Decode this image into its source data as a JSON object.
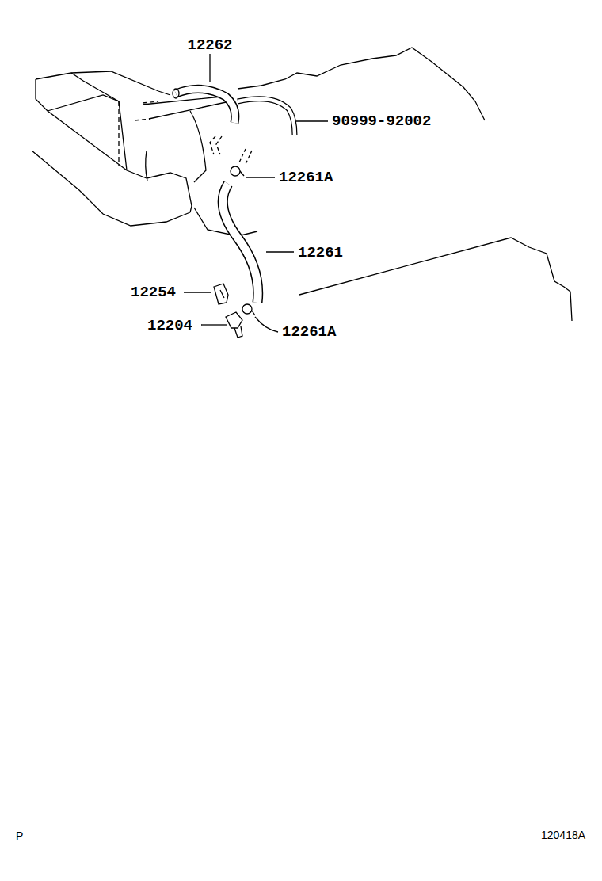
{
  "diagram": {
    "labels": [
      "12262",
      "90999-92002",
      "12261A",
      "12261",
      "12254",
      "12204",
      "12261A",
      "P",
      "120418A"
    ]
  }
}
